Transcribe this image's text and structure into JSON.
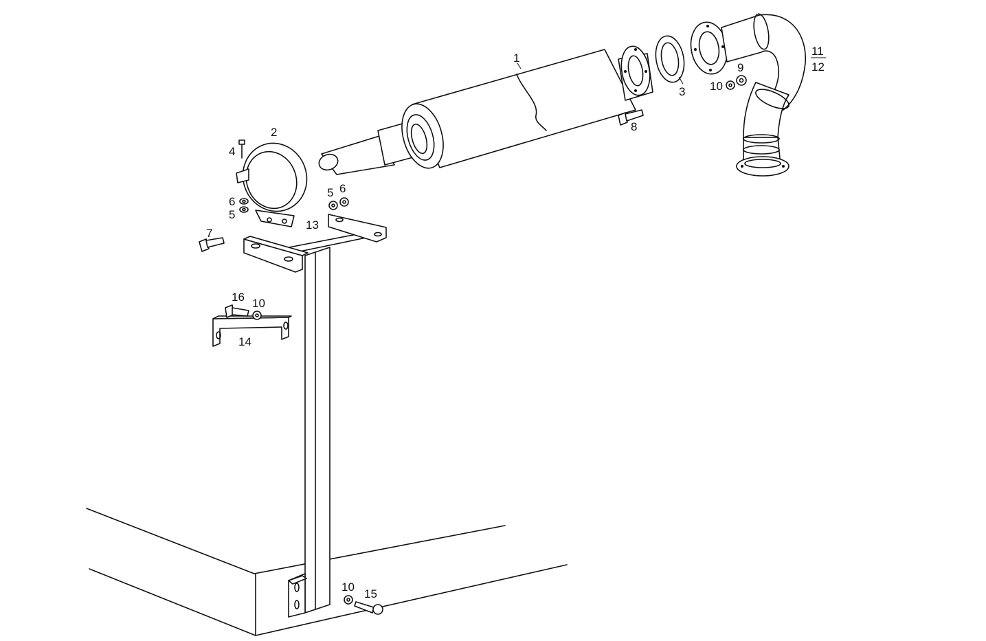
{
  "diagram": {
    "callouts": {
      "muffler": "1",
      "clamp": "2",
      "gasket": "3",
      "clamp_bolt": "4",
      "washer_upper": "5",
      "nut_upper": "6",
      "washer_left": "5",
      "nut_left": "6",
      "bracket_bolt": "7",
      "flange_bolt": "8",
      "elbow_nut": "9",
      "elbow_washer": "10",
      "elbow_numerator": "11",
      "elbow_denominator": "12",
      "support_arm": "13",
      "lower_bracket": "14",
      "post_bolt": "15",
      "lower_bracket_bolt": "16",
      "lower_bracket_washer": "10",
      "post_washer": "10"
    }
  }
}
